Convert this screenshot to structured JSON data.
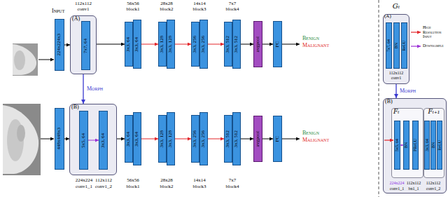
{
  "diagram": {
    "nodes": [
      {
        "text": [
          "224x224x3"
        ]
      },
      {
        "text": [
          "(A)"
        ]
      },
      {
        "text": [
          "7x7, 64"
        ],
        "in": 1
      },
      {
        "text": [
          "3x3, 64"
        ]
      },
      {
        "text": [
          "3x3, 64"
        ]
      },
      {
        "text": [
          "3x3, 128"
        ]
      },
      {
        "text": [
          "3x3, 128"
        ]
      },
      {
        "text": [
          "3x3, 256"
        ]
      },
      {
        "text": [
          "3x3, 256"
        ]
      },
      {
        "text": [
          "3x3, 512"
        ]
      },
      {
        "text": [
          "3x3, 512"
        ]
      },
      {
        "text": [
          "avgpool"
        ]
      },
      {
        "text": [
          "FC"
        ]
      },
      {
        "text": [
          "448x448x3"
        ]
      },
      {
        "text": [
          "(B)"
        ]
      },
      {
        "text": [
          "5x5, 64"
        ],
        "in": 14
      },
      {
        "text": [
          "3x3, 64"
        ],
        "in": 14
      },
      {
        "text": [
          "3x3, 64"
        ]
      },
      {
        "text": [
          "3x3, 64"
        ]
      },
      {
        "text": [
          "3x3, 128"
        ]
      },
      {
        "text": [
          "3x3, 128"
        ]
      },
      {
        "text": [
          "3x3, 256"
        ]
      },
      {
        "text": [
          "3x3, 256"
        ]
      },
      {
        "text": [
          "3x3, 512"
        ]
      },
      {
        "text": [
          "3x3, 512"
        ]
      },
      {
        "text": [
          "avgpool"
        ]
      },
      {
        "text": [
          "FC"
        ]
      },
      {
        "text": [
          "Gₜ",
          "(A)"
        ]
      },
      {
        "text": [
          "7x7, 64"
        ],
        "in": 27
      },
      {
        "text": [
          "BN"
        ],
        "in": 27
      },
      {
        "text": [
          "ReLU"
        ],
        "in": 27
      },
      {
        "text": [
          "(B)"
        ]
      },
      {
        "text": [
          "Fₜ"
        ],
        "in": 31
      },
      {
        "text": [
          "5x5, 64"
        ],
        "in": 32
      },
      {
        "text": [
          "BN"
        ],
        "in": 32
      },
      {
        "text": [
          "PReLU"
        ],
        "in": 32
      },
      {
        "text": [
          "Fₜ₊₁"
        ],
        "in": 31
      },
      {
        "text": [
          "3x3, 64"
        ],
        "in": 36
      },
      {
        "text": [
          "BN"
        ],
        "in": 36
      },
      {
        "text": [
          "ReLU"
        ],
        "in": 36
      }
    ],
    "edges": [
      {
        "from": 0,
        "to": 1,
        "arrow": "to"
      },
      {
        "from": 1,
        "to": 3,
        "arrow": "to"
      },
      {
        "from": 4,
        "to": 5,
        "arrow": "to"
      },
      {
        "from": 6,
        "to": 7,
        "arrow": "to"
      },
      {
        "from": 8,
        "to": 9,
        "arrow": "to"
      },
      {
        "from": 10,
        "to": 11,
        "arrow": "to"
      },
      {
        "from": 11,
        "to": 12,
        "arrow": "to"
      },
      {
        "from": 13,
        "to": 14,
        "arrow": "to"
      },
      {
        "from": 15,
        "to": 16,
        "arrow": "to"
      },
      {
        "from": 14,
        "to": 17,
        "arrow": "to"
      },
      {
        "from": 18,
        "to": 19,
        "arrow": "to"
      },
      {
        "from": 20,
        "to": 21,
        "arrow": "to"
      },
      {
        "from": 22,
        "to": 23,
        "arrow": "to"
      },
      {
        "from": 24,
        "to": 25,
        "arrow": "to"
      },
      {
        "from": 25,
        "to": 26,
        "arrow": "to"
      },
      {
        "from": 1,
        "to": 14,
        "label": "Morph",
        "arrow": "to"
      },
      {
        "from": 27,
        "to": 31,
        "label": "Morph",
        "arrow": "to"
      },
      {
        "from": 33,
        "to": 34,
        "arrow": "to"
      }
    ],
    "labels": [
      "Input",
      "112x112",
      "conv1",
      "56x56",
      "block1",
      "28x28",
      "block2",
      "14x14",
      "block3",
      "7x7",
      "block4",
      "Benign",
      "Malignant",
      "Benign",
      "Malignant",
      "224x224",
      "conv1_1",
      "112x112",
      "conv1_2",
      "56x56",
      "block1",
      "28x28",
      "block2",
      "14x14",
      "block3",
      "7x7",
      "block4",
      "112x112",
      "conv1",
      "224x224",
      "conv1_1",
      "112x112",
      "bn1_1",
      "112x112",
      "conv1_2"
    ],
    "legend": [
      {
        "text": "High Resolution Input"
      },
      {
        "text": "Downsample"
      }
    ]
  }
}
